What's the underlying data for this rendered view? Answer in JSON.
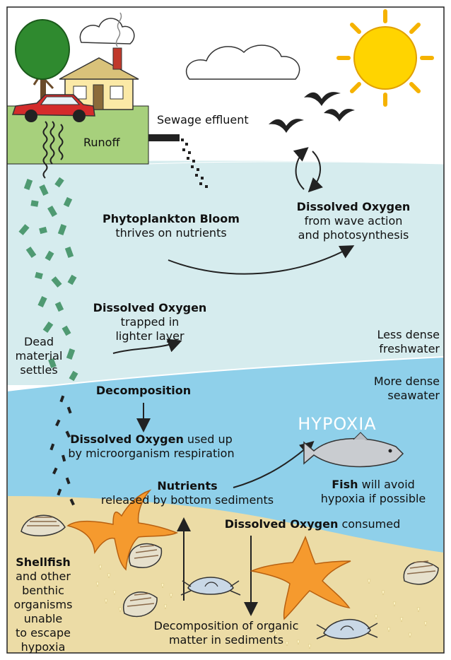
{
  "labels": {
    "runoff": "Runoff",
    "sewage": "Sewage effluent",
    "do_surface_title": "Dissolved Oxygen",
    "do_surface_line1": "from wave action",
    "do_surface_line2": "and photosynthesis",
    "phyto_title": "Phytoplankton Bloom",
    "phyto_sub": "thrives on nutrients",
    "do_trapped_title": "Dissolved Oxygen",
    "do_trapped_line1": "trapped in",
    "do_trapped_line2": "lighter layer",
    "dead_line1": "Dead",
    "dead_line2": "material",
    "dead_line3": "settles",
    "fresh_line1": "Less dense",
    "fresh_line2": "freshwater",
    "sea_line1": "More dense",
    "sea_line2": "seawater",
    "decomposition": "Decomposition",
    "do_usedup_bold": "Dissolved Oxygen",
    "do_usedup_rest": " used up",
    "do_usedup_line2": "by microorganism respiration",
    "hypoxia": "HYPOXIA",
    "fish_bold": "Fish",
    "fish_rest": " will avoid",
    "fish_line2": "hypoxia if possible",
    "nutrients_title": "Nutrients",
    "nutrients_sub": "released by bottom sediments",
    "do_consumed_bold": "Dissolved Oxygen",
    "do_consumed_rest": " consumed",
    "shellfish_title": "Shellfish",
    "shellfish_line1": "and other",
    "shellfish_line2": "benthic",
    "shellfish_line3": "organisms",
    "shellfish_line4": "unable",
    "shellfish_line5": "to escape",
    "shellfish_line6": "hypoxia",
    "sediment_line1": "Decomposition of organic",
    "sediment_line2": "matter in sediments"
  },
  "colors": {
    "sky": "#ffffff",
    "fresh_water": "#d6ecee",
    "sea_water": "#8fd0ea",
    "sediment": "#ecdca6",
    "land": "#a7d07c",
    "phytoplankton": "#4f9a72",
    "sun": "#ffd400",
    "sun_rays": "#f5b200",
    "car": "#d42b2b",
    "starfish": "#f59a2e",
    "fish": "#c9ccd0",
    "text": "#111111"
  },
  "icons": [
    "tree-icon",
    "house-icon",
    "car-icon",
    "sun-icon",
    "cloud-icon",
    "bird-icon",
    "fish-icon",
    "starfish-icon",
    "shellfish-icon",
    "crab-icon"
  ]
}
